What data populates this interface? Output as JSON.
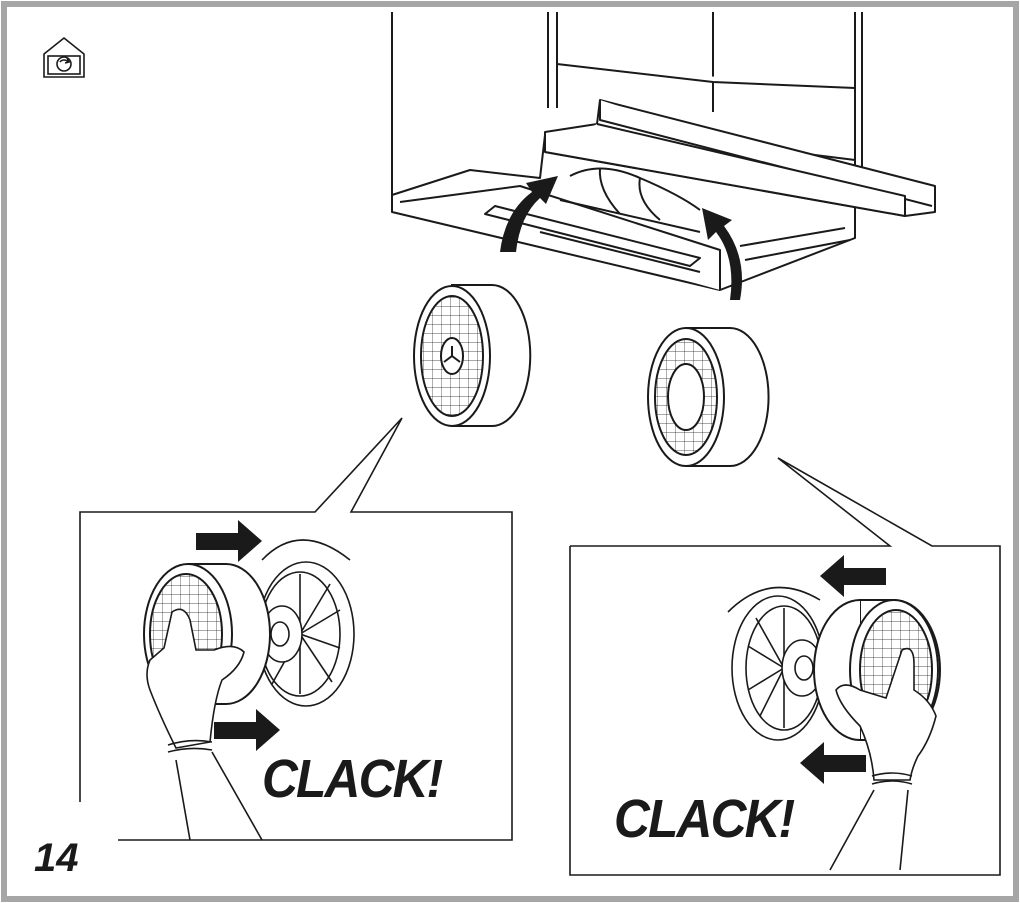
{
  "step": {
    "number": "14"
  },
  "labels": {
    "left_sound": "CLACK!",
    "right_sound": "CLACK!"
  },
  "icons": {
    "mode": "recirculation-mode-icon",
    "hood": "cooker-hood-icon",
    "filter_left": "carbon-filter-icon",
    "filter_right": "carbon-filter-icon",
    "hand_left": "hand-icon",
    "hand_right": "hand-icon",
    "arrow_insert": "arrow-up-curved-icon",
    "arrow_push": "arrow-right-icon"
  },
  "colors": {
    "line": "#1a1a1a",
    "frame": "#a6a6a6",
    "background": "#ffffff"
  }
}
